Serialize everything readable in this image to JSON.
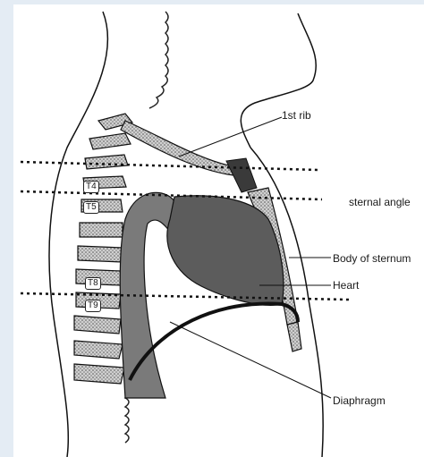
{
  "colors": {
    "background": "#e4ecf4",
    "bone_fill": "#9a9a9a",
    "organ_fill": "#606060",
    "outline": "#111111"
  },
  "labels": {
    "first_rib": "1st rib",
    "sternal_angle": "sternal angle",
    "body_of_sternum": "Body of sternum",
    "heart": "Heart",
    "diaphragm": "Diaphragm"
  },
  "vertebrae": {
    "t4": "T4",
    "t5": "T5",
    "t8": "T8",
    "t9": "T9"
  }
}
